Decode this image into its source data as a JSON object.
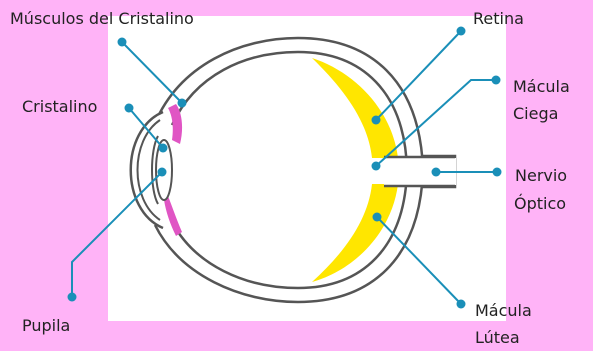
{
  "colors": {
    "background": "#ffb3f7",
    "canvas": "#ffffff",
    "outline": "#555555",
    "leader": "#1a8fb8",
    "muscle": "#e055c4",
    "macula": "#ffe600"
  },
  "labels": {
    "muscles": "Músculos del Cristalino",
    "retina": "Retina",
    "lens": "Cristalino",
    "blind_spot": [
      "Mácula",
      "Ciega"
    ],
    "optic_nerve": [
      "Nervio",
      "Óptico"
    ],
    "pupil": "Pupila",
    "macula_lutea": [
      "Mácula",
      "Lútea"
    ]
  }
}
